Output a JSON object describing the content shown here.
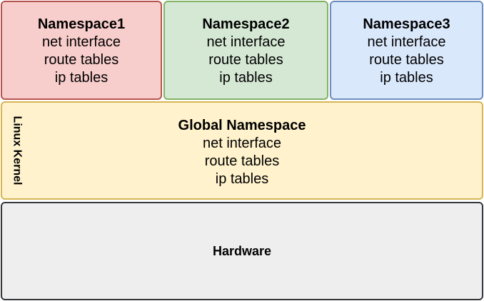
{
  "colors": {
    "ns1_fill": "#f8cecc",
    "ns1_border": "#b85450",
    "ns2_fill": "#d5e8d4",
    "ns2_border": "#82b366",
    "ns3_fill": "#dae8fc",
    "ns3_border": "#6c8ebf",
    "kernel_fill": "#fff2cc",
    "kernel_border": "#d6b656",
    "hardware_fill": "#eeeeee",
    "hardware_border": "#36393d"
  },
  "namespaces": [
    {
      "title": "Namespace1",
      "lines": [
        "net interface",
        "route tables",
        "ip tables"
      ]
    },
    {
      "title": "Namespace2",
      "lines": [
        "net interface",
        "route tables",
        "ip tables"
      ]
    },
    {
      "title": "Namespace3",
      "lines": [
        "net interface",
        "route tables",
        "ip tables"
      ]
    }
  ],
  "kernel": {
    "label": "Linux Kernel",
    "title": "Global Namespace",
    "lines": [
      "net interface",
      "route tables",
      "ip tables"
    ]
  },
  "hardware": {
    "label": "Hardware"
  }
}
